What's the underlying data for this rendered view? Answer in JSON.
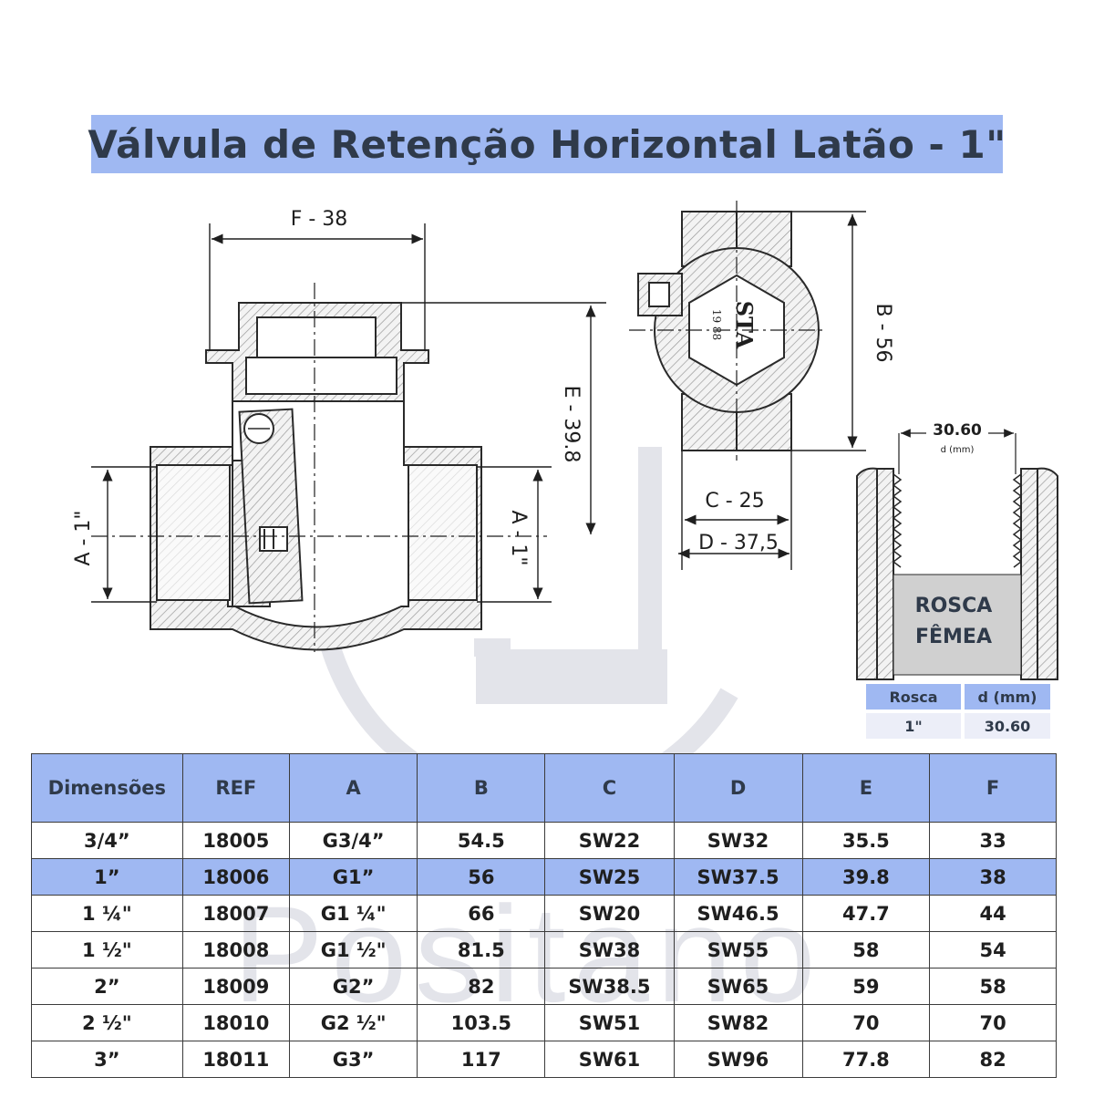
{
  "title": "Válvula de Retenção Horizontal Latão - 1\"",
  "watermark": "Positano",
  "dimensions": {
    "F": "F - 38",
    "E": "E - 39.8",
    "A_left": "A - 1\"",
    "A_right": "A - 1\"",
    "B": "B - 56",
    "C": "C - 25",
    "D": "D - 37,5"
  },
  "side_view": {
    "logo": "STA",
    "year": "19 88"
  },
  "thread": {
    "d_value": "30.60",
    "d_unit": "d (mm)",
    "label_line1": "ROSCA",
    "label_line2": "FÊMEA"
  },
  "mini_table": {
    "headers": [
      "Rosca",
      "d (mm)"
    ],
    "row": [
      "1\"",
      "30.60"
    ]
  },
  "main_table": {
    "headers": [
      "Dimensões",
      "REF",
      "A",
      "B",
      "C",
      "D",
      "E",
      "F"
    ],
    "rows": [
      [
        "3/4”",
        "18005",
        "G3/4”",
        "54.5",
        "SW22",
        "SW32",
        "35.5",
        "33"
      ],
      [
        "1”",
        "18006",
        "G1”",
        "56",
        "SW25",
        "SW37.5",
        "39.8",
        "38"
      ],
      [
        "1 ¼\"",
        "18007",
        "G1 ¼\"",
        "66",
        "SW20",
        "SW46.5",
        "47.7",
        "44"
      ],
      [
        "1 ½\"",
        "18008",
        "G1 ½\"",
        "81.5",
        "SW38",
        "SW55",
        "58",
        "54"
      ],
      [
        "2”",
        "18009",
        "G2”",
        "82",
        "SW38.5",
        "SW65",
        "59",
        "58"
      ],
      [
        "2 ½\"",
        "18010",
        "G2 ½\"",
        "103.5",
        "SW51",
        "SW82",
        "70",
        "70"
      ],
      [
        "3”",
        "18011",
        "G3”",
        "117",
        "SW61",
        "SW96",
        "77.8",
        "82"
      ]
    ],
    "highlight_row": 1
  }
}
